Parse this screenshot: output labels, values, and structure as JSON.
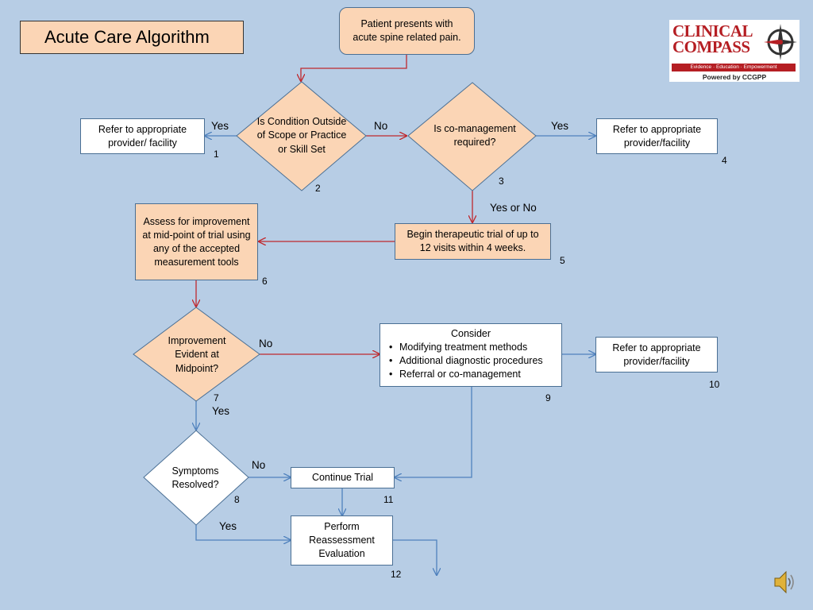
{
  "title": "Acute Care Algorithm",
  "logo": {
    "brand_line1": "CLINICAL",
    "brand_line2": "COMPASS",
    "tagline": "Evidence · Education · Empowerment",
    "powered_by": "Powered by CCGPP",
    "icon": "compass-icon"
  },
  "speaker_icon": "speaker-icon",
  "nodes": {
    "start": "Patient presents with acute spine related pain.",
    "d2": "Is Condition Outside of Scope or Practice or Skill Set",
    "n1": "Refer to appropriate provider/ facility",
    "d3": "Is co-management required?",
    "n4": "Refer to appropriate provider/facility",
    "n5": "Begin therapeutic trial of up to 12 visits within 4 weeks.",
    "n6": "Assess for improvement at mid-point of trial using any of the accepted measurement tools",
    "d7": "Improvement Evident at Midpoint?",
    "n9_head": "Consider",
    "n9_items": [
      "Modifying treatment methods",
      "Additional diagnostic procedures",
      "Referral or co-management"
    ],
    "n10": "Refer to appropriate provider/facility",
    "d8": "Symptoms Resolved?",
    "n11": "Continue Trial",
    "n12": "Perform Reassessment Evaluation"
  },
  "numbers": {
    "n1": "1",
    "n2": "2",
    "n3": "3",
    "n4": "4",
    "n5": "5",
    "n6": "6",
    "n7": "7",
    "n8": "8",
    "n9": "9",
    "n10": "10",
    "n11": "11",
    "n12": "12"
  },
  "edge_labels": {
    "yes_1": "Yes",
    "no_2": "No",
    "yes_4": "Yes",
    "yes_or_no": "Yes or No",
    "no_7": "No",
    "yes_7": "Yes",
    "no_8": "No",
    "yes_8": "Yes"
  },
  "colors": {
    "background": "#b7cde5",
    "peach": "#fbd5b5",
    "red_arrow": "#c0282d",
    "blue_arrow": "#4f81bd",
    "brand_red": "#b51e23"
  }
}
